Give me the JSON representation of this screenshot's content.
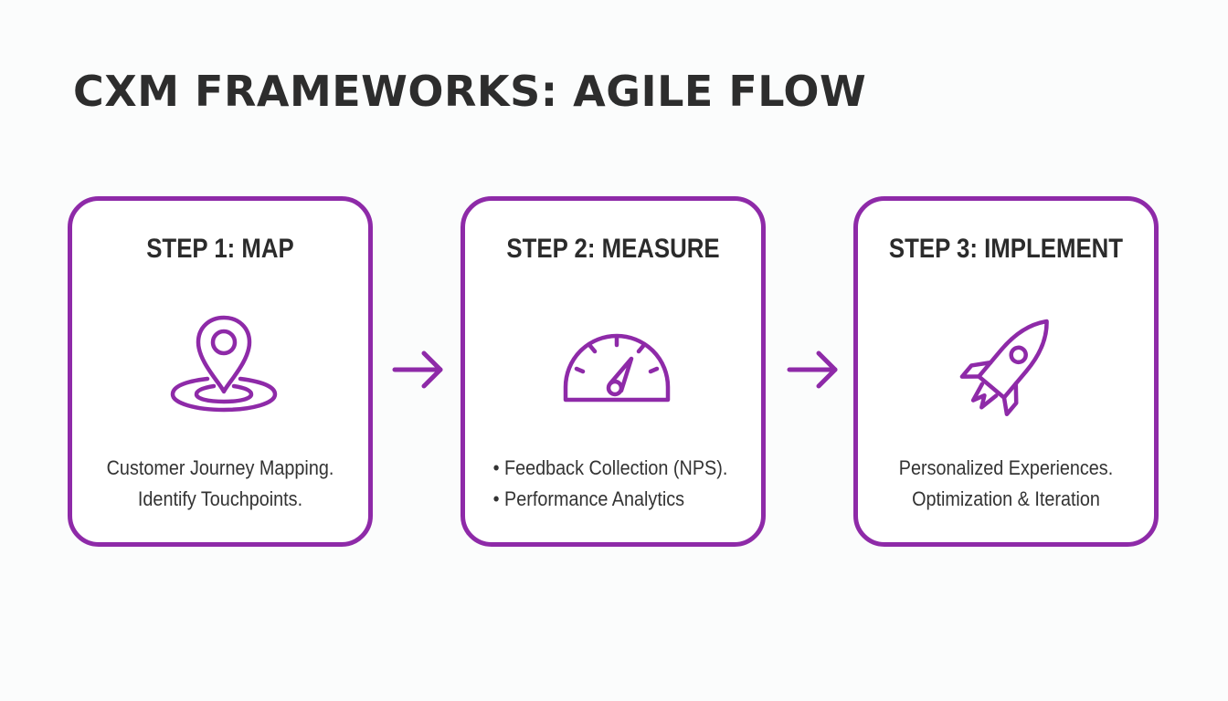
{
  "title": "CXM FRAMEWORKS: AGILE FLOW",
  "colors": {
    "accent": "#8e2aa8",
    "text": "#2b2b2b",
    "background": "#fbfcfc"
  },
  "steps": [
    {
      "title": "STEP 1: MAP",
      "icon": "map-pin-icon",
      "lines": [
        "Customer Journey Mapping.",
        "Identify Touchpoints."
      ]
    },
    {
      "title": "STEP 2: MEASURE",
      "icon": "gauge-icon",
      "lines": [
        "• Feedback Collection (NPS).",
        "• Performance Analytics"
      ]
    },
    {
      "title": "STEP 3: IMPLEMENT",
      "icon": "rocket-icon",
      "lines": [
        "Personalized Experiences.",
        "Optimization & Iteration"
      ]
    }
  ],
  "connectors": [
    "arrow-right-icon",
    "arrow-right-icon"
  ]
}
